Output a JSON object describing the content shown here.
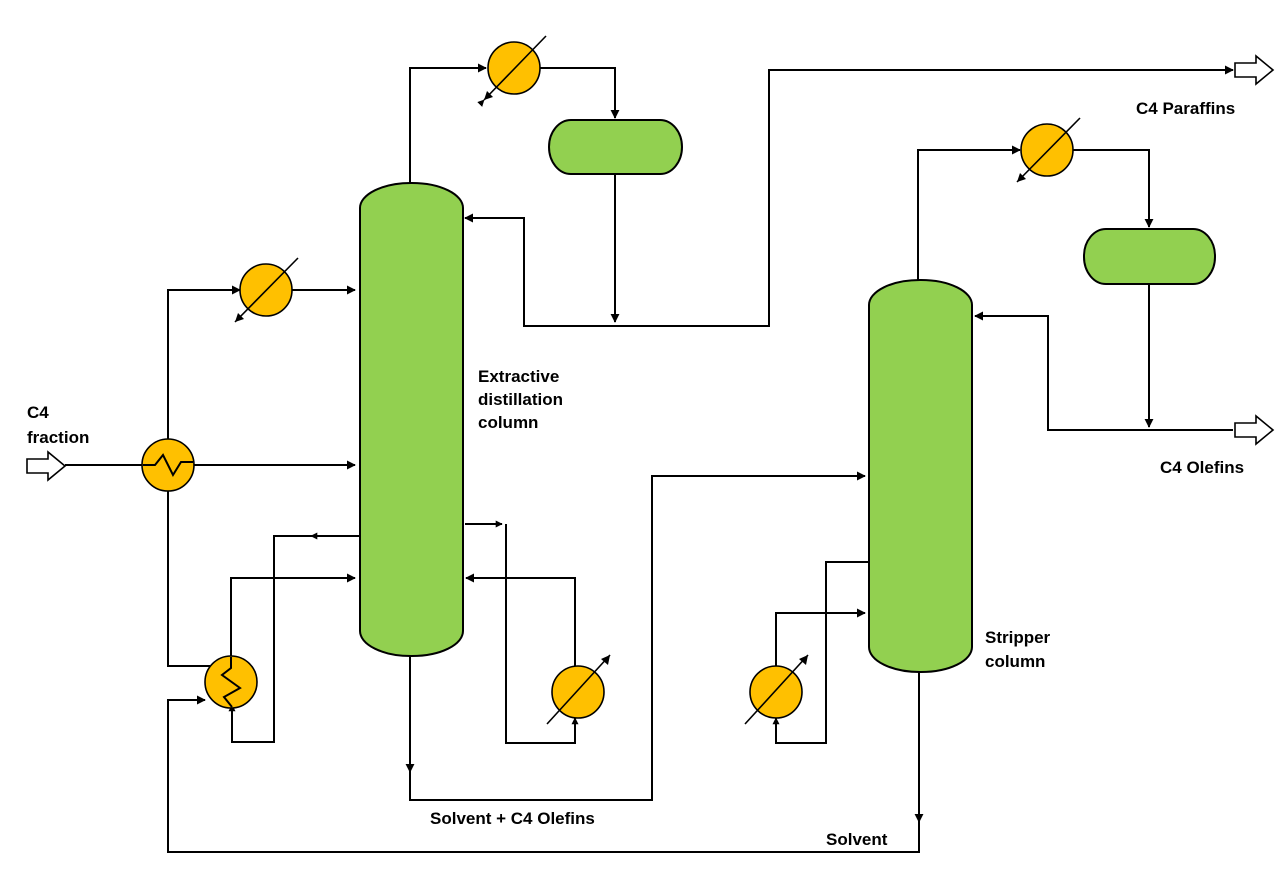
{
  "labels": {
    "c4_fraction_line1": "C4",
    "c4_fraction_line2": "fraction",
    "extractive_line1": "Extractive",
    "extractive_line2": "distillation",
    "extractive_line3": "column",
    "stripper_line1": "Stripper",
    "stripper_line2": "column",
    "c4_paraffins": "C4 Paraffins",
    "c4_olefins": "C4 Olefins",
    "solvent_c4_olefins": "Solvent + C4 Olefins",
    "solvent": "Solvent"
  },
  "colors": {
    "vessel_fill": "#92d050",
    "exchanger_fill": "#ffc000",
    "line": "#000000",
    "background": "#ffffff"
  },
  "icons": {
    "heat_exchanger": "circle-with-diagonal-arrow",
    "feed_preheater": "circle-with-zigzag",
    "product_arrow": "hollow-arrow"
  }
}
